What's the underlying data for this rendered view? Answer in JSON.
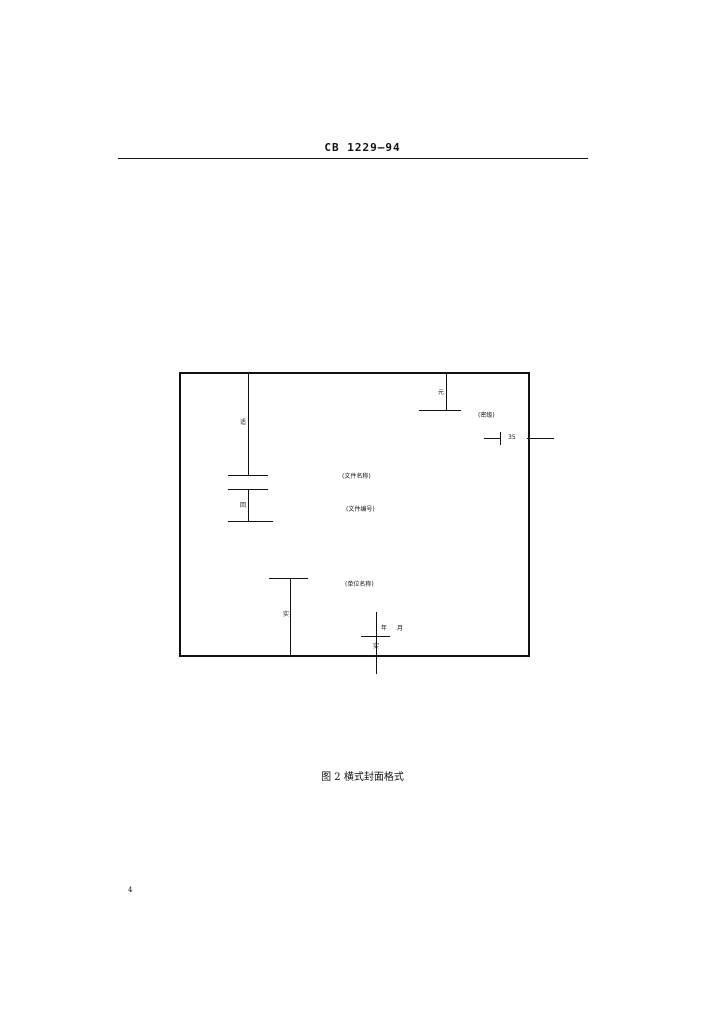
{
  "header": {
    "code": "CB 1229—94"
  },
  "figure": {
    "labels": {
      "file_name": "(文件名称)",
      "file_number": "(文件编号)",
      "unit_name": "(单位名称)",
      "classification": "(密级)",
      "year": "年",
      "month": "月"
    },
    "dimensions": {
      "left_top": "适",
      "left_mid": "回",
      "top_right": "元",
      "right": "35",
      "bottom_left": "实",
      "bottom_center": "实"
    }
  },
  "caption": "图 2   横式封面格式",
  "page_number": "4"
}
